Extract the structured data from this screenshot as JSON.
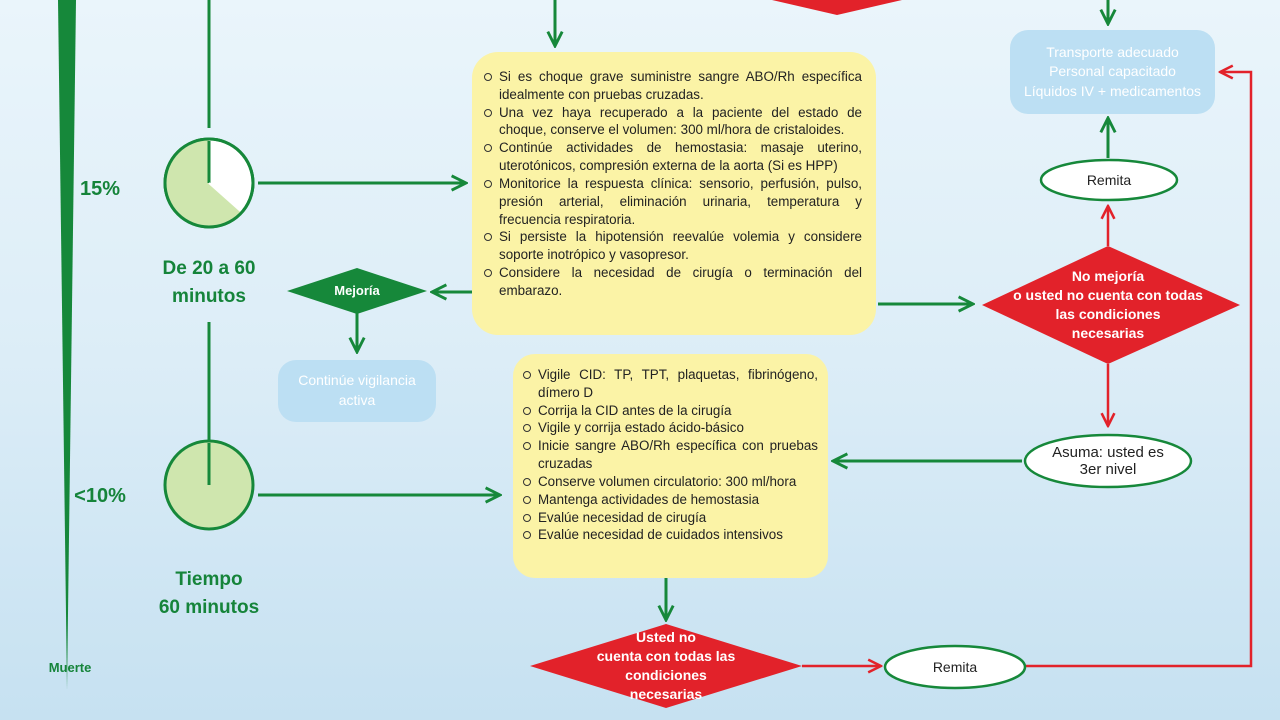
{
  "timeline": {
    "pct_15": "15%",
    "pct_10": "<10%",
    "time_20_60": [
      "De 20 a 60",
      "minutos"
    ],
    "time_60": [
      "Tiempo",
      "60 minutos"
    ],
    "death": "Muerte"
  },
  "box_upper": {
    "items": [
      "Si es choque grave suministre sangre ABO/Rh específica idealmente con pruebas cruzadas.",
      "Una vez haya recuperado a la paciente del estado de choque, conserve el volumen: 300 ml/hora de cristaloides.",
      "Continúe actividades de hemostasia: masaje uterino, uterotónicos, compresión externa de la aorta (Si es HPP)",
      "Monitorice la respuesta clínica: sensorio, perfusión, pulso, presión arterial, eliminación urinaria, temperatura y frecuencia respiratoria.",
      "Si persiste la hipotensión reevalúe volemia y considere soporte inotrópico y vasopresor.",
      "Considere la necesidad de cirugía o terminación del embarazo."
    ]
  },
  "box_lower": {
    "items": [
      "Vigile CID: TP, TPT, plaquetas, fibrinógeno, dímero D",
      "Corrija la CID antes de la cirugía",
      "Vigile y corrija estado ácido-básico",
      "Inicie sangre ABO/Rh específica con pruebas cruzadas",
      "Conserve volumen circulatorio: 300 ml/hora",
      "Mantenga actividades de hemostasia",
      "Evalúe necesidad de cirugía",
      "Evalúe necesidad de cuidados intensivos"
    ]
  },
  "transport": [
    "Transporte adecuado",
    "Personal capacitado",
    "Líquidos IV + medicamentos"
  ],
  "continue_vigilance": [
    "Continúe vigilancia",
    "activa"
  ],
  "mejoria": "Mejoría",
  "no_mejoria": [
    "No mejoría",
    "o usted no cuenta con todas",
    "las condiciones",
    "necesarias"
  ],
  "usted_no": [
    "Usted no",
    "cuenta con todas las condiciones",
    "necesarias"
  ],
  "remita_top": "Remita",
  "remita_bottom": "Remita",
  "asuma": [
    "Asuma: usted es",
    "3er nivel"
  ],
  "colors": {
    "green": "#16883a",
    "red": "#e2222a",
    "yellow": "#fbf3a6",
    "blue": "#bcdff3",
    "clock_fill": "#cfe6ae"
  }
}
